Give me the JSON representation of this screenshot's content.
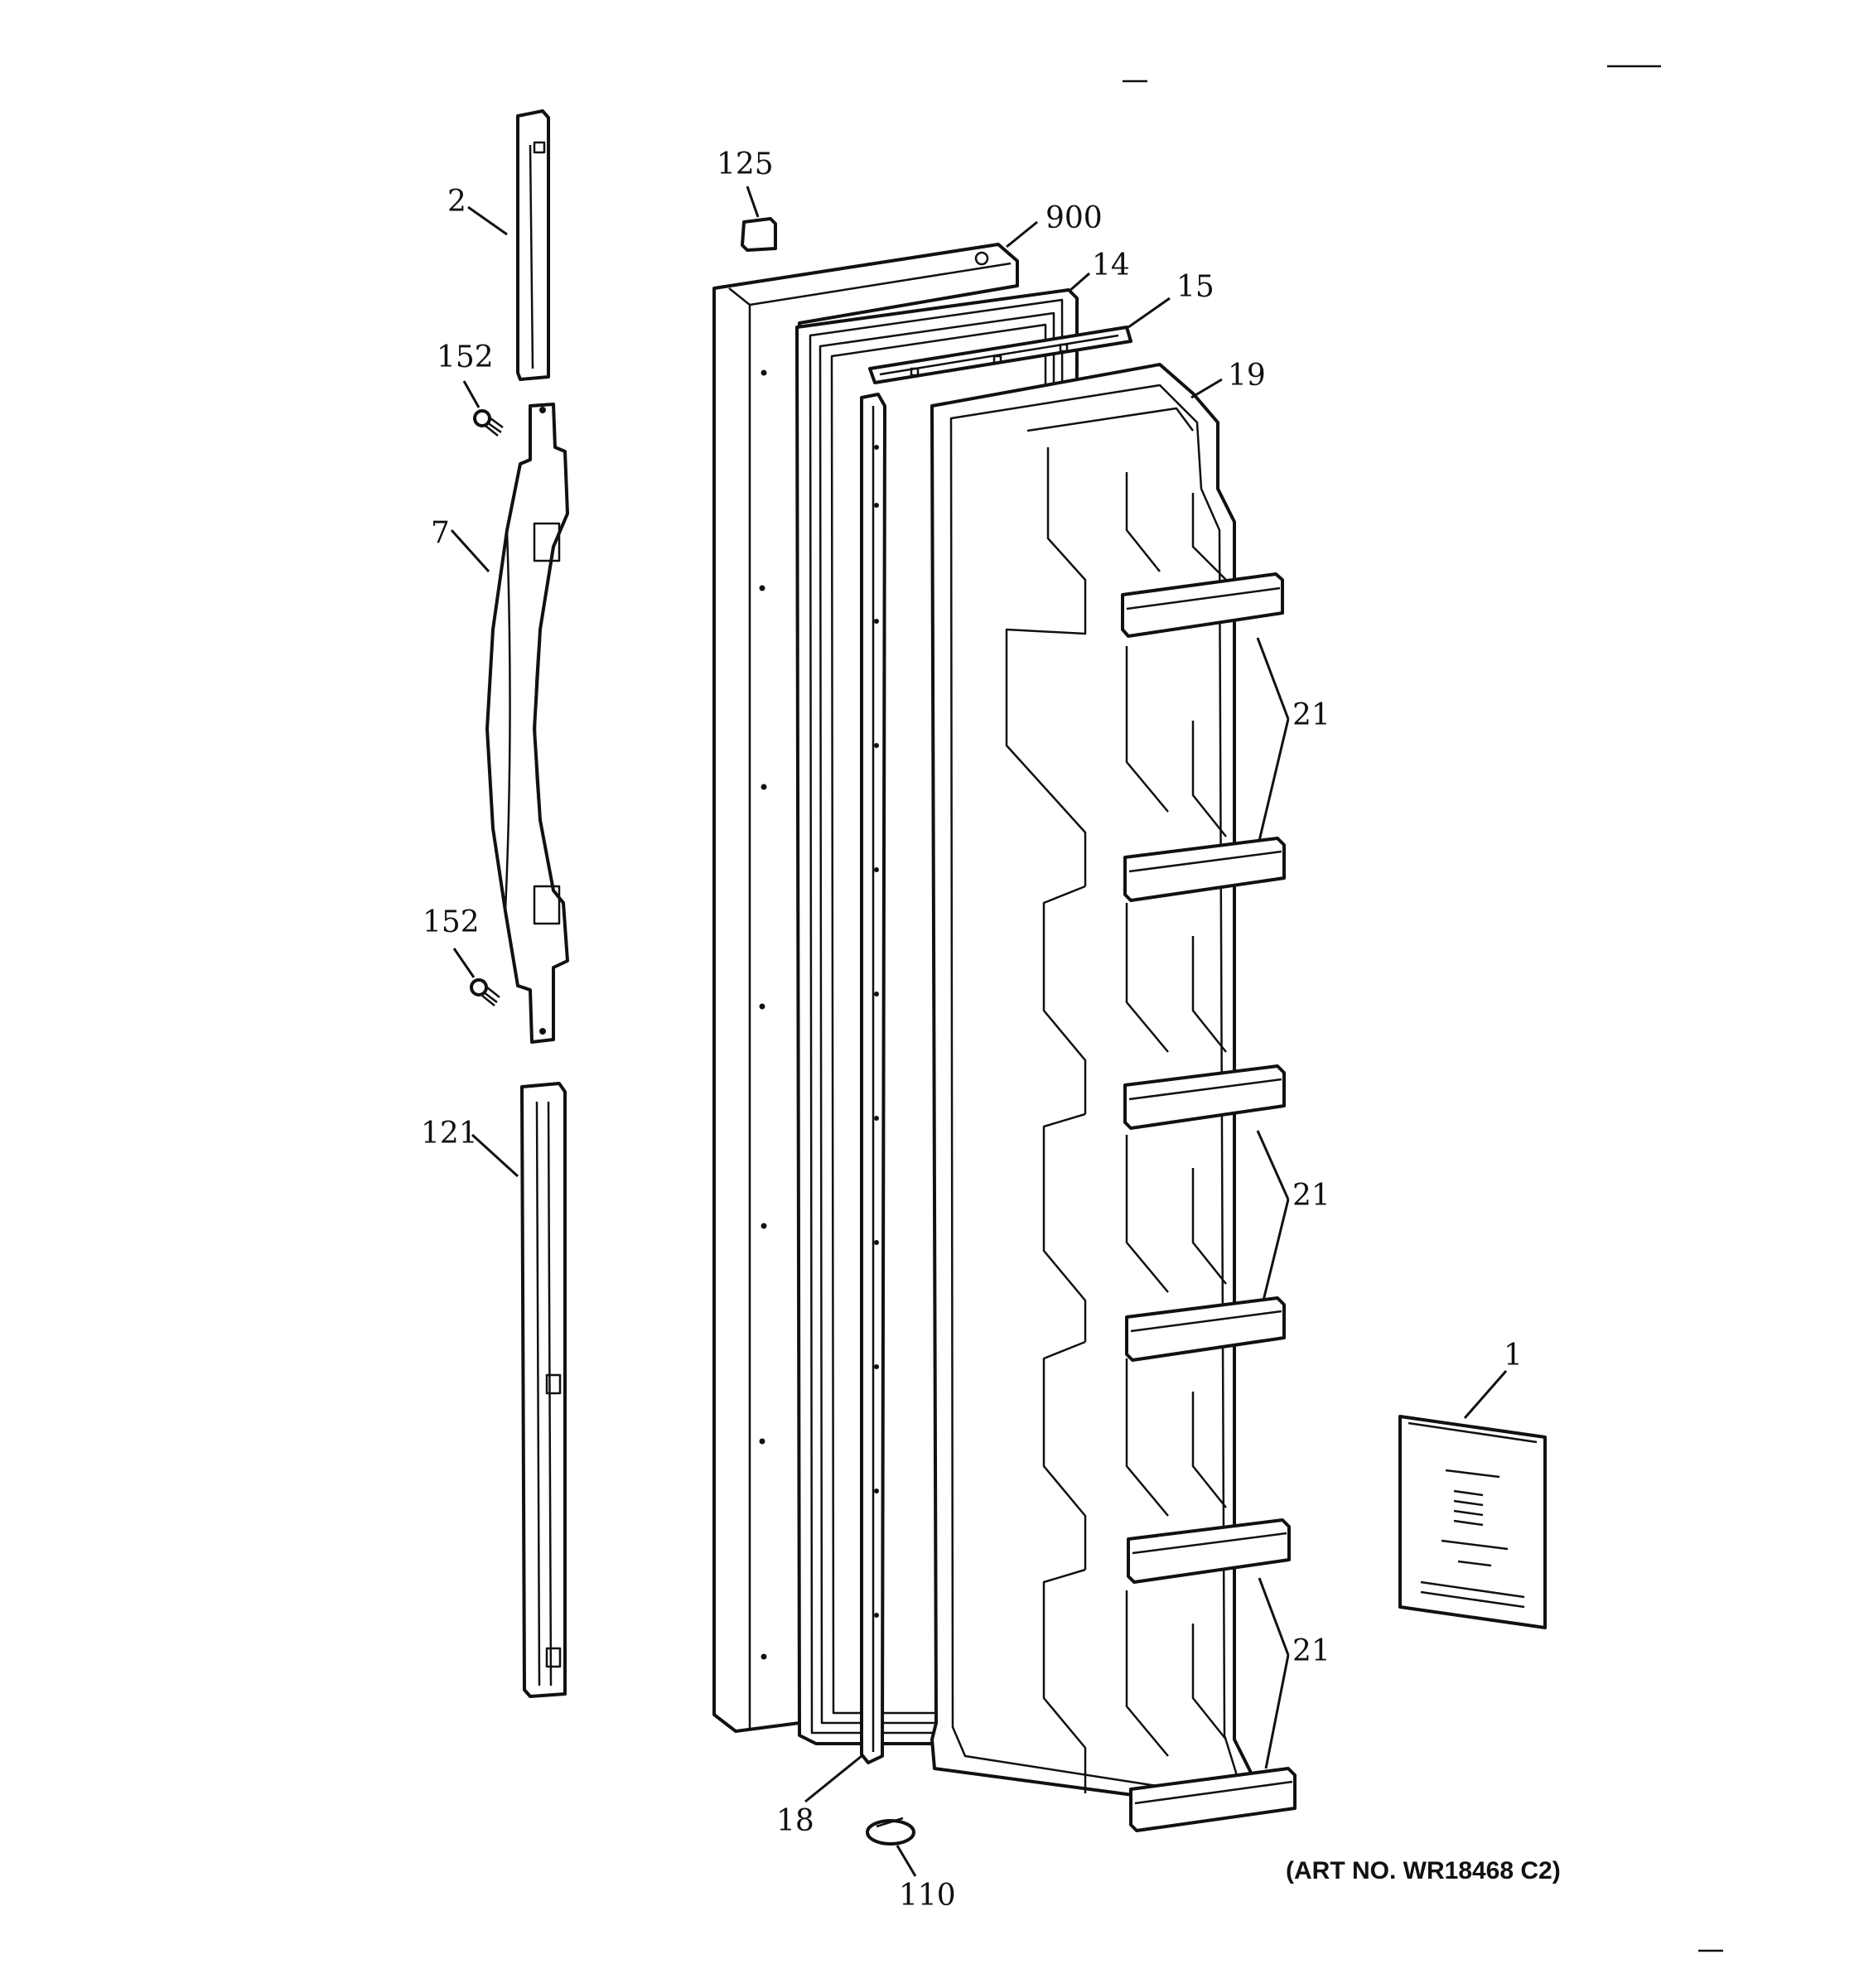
{
  "diagram": {
    "labels": {
      "trim_top": "2",
      "screw_upper": "152",
      "handle": "7",
      "screw_lower": "152",
      "trim_bottom": "121",
      "plug": "125",
      "door_outer": "900",
      "gasket": "14",
      "breaker_strip": "15",
      "door_liner": "19",
      "shelf_group_1": "21",
      "shelf_group_2": "21",
      "shelf_group_3": "21",
      "manual": "1",
      "strip_18": "18",
      "cam_110": "110"
    },
    "art_number": "(ART NO. WR18468 C2)"
  }
}
